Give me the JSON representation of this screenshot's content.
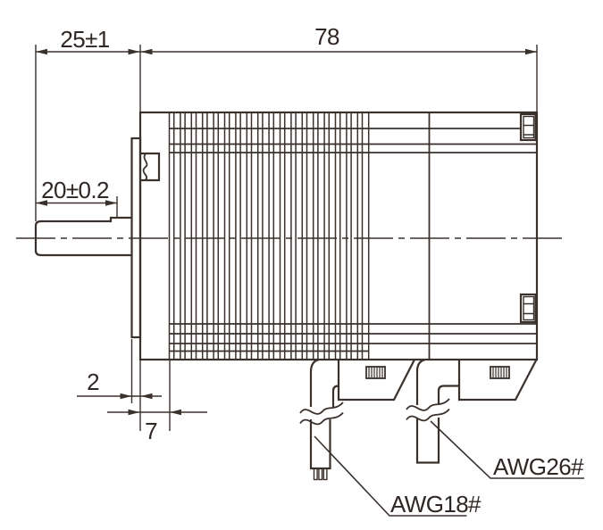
{
  "colors": {
    "line": "#3a312c",
    "text": "#2f2724",
    "background": "#ffffff"
  },
  "drawing": {
    "type": "stepper-motor-side-view-dimension-drawing",
    "dimensions": {
      "front_section_length": "25±1",
      "body_length": "78",
      "shaft_flat_length": "20±0.2",
      "flange_thickness": "2",
      "front_cap_depth": "7"
    },
    "cables": {
      "power_cable": "AWG18#",
      "signal_cable": "AWG26#"
    }
  }
}
